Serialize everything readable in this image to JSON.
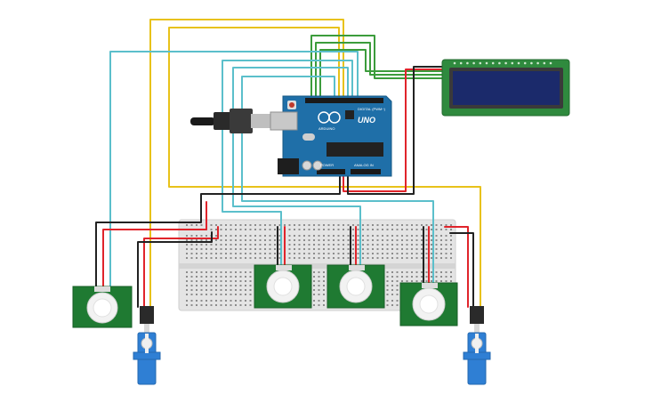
{
  "board": {
    "model_label": "UNO",
    "brand_label": "ARDUINO",
    "digital_header_label": "DIGITAL (PWM~)",
    "power_label": "POWER",
    "analog_label": "ANALOG IN"
  },
  "components": [
    {
      "type": "arduino-uno",
      "count": 1
    },
    {
      "type": "lcd-16x2",
      "count": 1
    },
    {
      "type": "breadboard",
      "count": 1
    },
    {
      "type": "pir-sensor",
      "count": 4
    },
    {
      "type": "servo-motor",
      "count": 2
    }
  ],
  "colors": {
    "wire_red": "#e0242b",
    "wire_black": "#222222",
    "wire_yellow": "#e8c21a",
    "wire_teal": "#5bbfcb",
    "wire_green": "#3c9c3c",
    "pcb_green": "#1f7a32",
    "lcd_screen": "#1b2a6b",
    "arduino_blue": "#1f6fa8",
    "breadboard": "#e4e4e4",
    "servo_blue": "#2f7fd4"
  }
}
